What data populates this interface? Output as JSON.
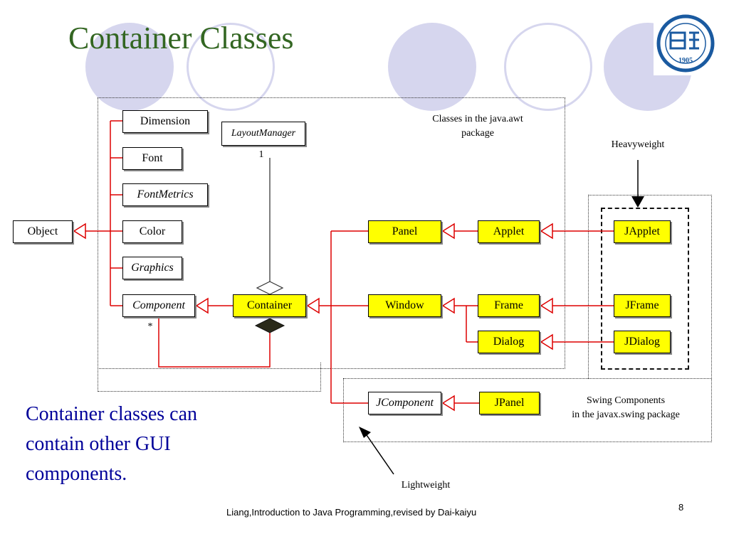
{
  "title": "Container Classes",
  "logo": {
    "year": "1905",
    "icon": "university-seal-icon"
  },
  "regions": {
    "awt_caption": [
      "Classes in the java.awt",
      "package"
    ],
    "swing_caption": [
      "Swing Components",
      "in the javax.swing package"
    ],
    "heavyweight": "Heavyweight",
    "lightweight": "Lightweight"
  },
  "classes": {
    "object": "Object",
    "dimension": "Dimension",
    "font": "Font",
    "fontmetrics": "FontMetrics",
    "color": "Color",
    "graphics": "Graphics",
    "component": "Component",
    "layoutmanager": "LayoutManager",
    "container": "Container",
    "panel": "Panel",
    "applet": "Applet",
    "window": "Window",
    "frame": "Frame",
    "dialog": "Dialog",
    "japplet": "JApplet",
    "jframe": "JFrame",
    "jdialog": "JDialog",
    "jcomponent": "JComponent",
    "jpanel": "JPanel"
  },
  "multiplicity": {
    "one": "1",
    "many": "*"
  },
  "body_text": "Container classes can contain other GUI components.",
  "footer": "Liang,Introduction to Java Programming,revised by Dai-kaiyu",
  "page_number": "8",
  "colors": {
    "title": "#336622",
    "accent_red": "#dd0000",
    "highlight": "#ffff00",
    "decor": "#d6d6ee",
    "body_text": "#000099"
  }
}
